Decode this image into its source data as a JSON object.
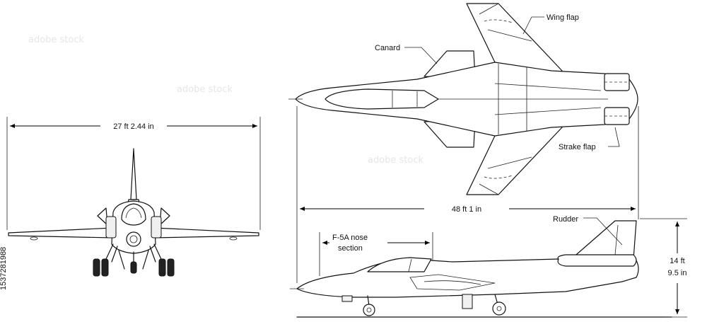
{
  "colors": {
    "line": "#111111",
    "background": "#ffffff"
  },
  "labels": {
    "wingspan": "27 ft 2.44 in",
    "length": "48 ft 1 in",
    "height_line1": "14 ft",
    "height_line2": "9.5 in",
    "canard": "Canard",
    "wing_flap": "Wing flap",
    "strake_flap": "Strake flap",
    "rudder": "Rudder",
    "nose_section_line1": "F-5A nose",
    "nose_section_line2": "section"
  },
  "stock_id": "1537281988",
  "watermark": "adobe stock"
}
